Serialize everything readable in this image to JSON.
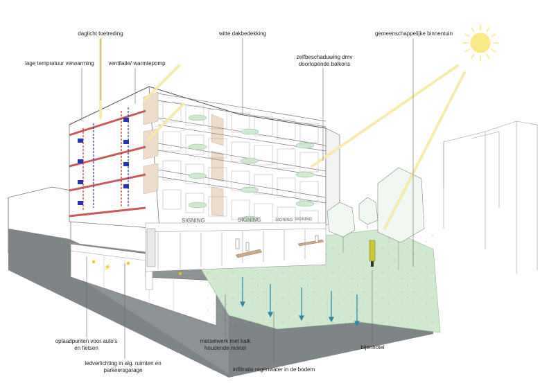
{
  "labels": {
    "daglicht": "daglicht toetreding",
    "witte_dak": "witte dakbedekking",
    "binnentuin": "gemeenschappelijke binnentuin",
    "lage_temp": "lage tempratuur verwarming",
    "ventilatie": "ventilatie/ warmtepomp",
    "zelfbeschaduwing_1": "zelfbeschaduwing dmv",
    "zelfbeschaduwing_2": "doorlopende balkons",
    "oplaadpunten_1": "oplaadpunten voor auto's",
    "oplaadpunten_2": "en fietsen",
    "metselwerk_1": "metselwerk met kalk",
    "metselwerk_2": "houdende mortel",
    "bijenhotel": "bijenhotel",
    "led_1": "ledverlichting in alg. ruimten en",
    "led_2": "parkeersgarage",
    "infiltratie": "infiltratie regenwater in de bodem"
  },
  "signage": "SIGNING",
  "colors": {
    "sunray": "#f7eaa6",
    "sun": "#fbe889",
    "garden": "#cfe8cf",
    "garden_dots": "#9cc79c",
    "ground": "#7f8587",
    "water": "#2f86a6",
    "pipe_red": "#e0242b",
    "pipe_blue": "#2636a8",
    "slab": "#c85a5a",
    "tree_fill": "#f1f7f1",
    "bee_hotel": "#c8c838"
  }
}
